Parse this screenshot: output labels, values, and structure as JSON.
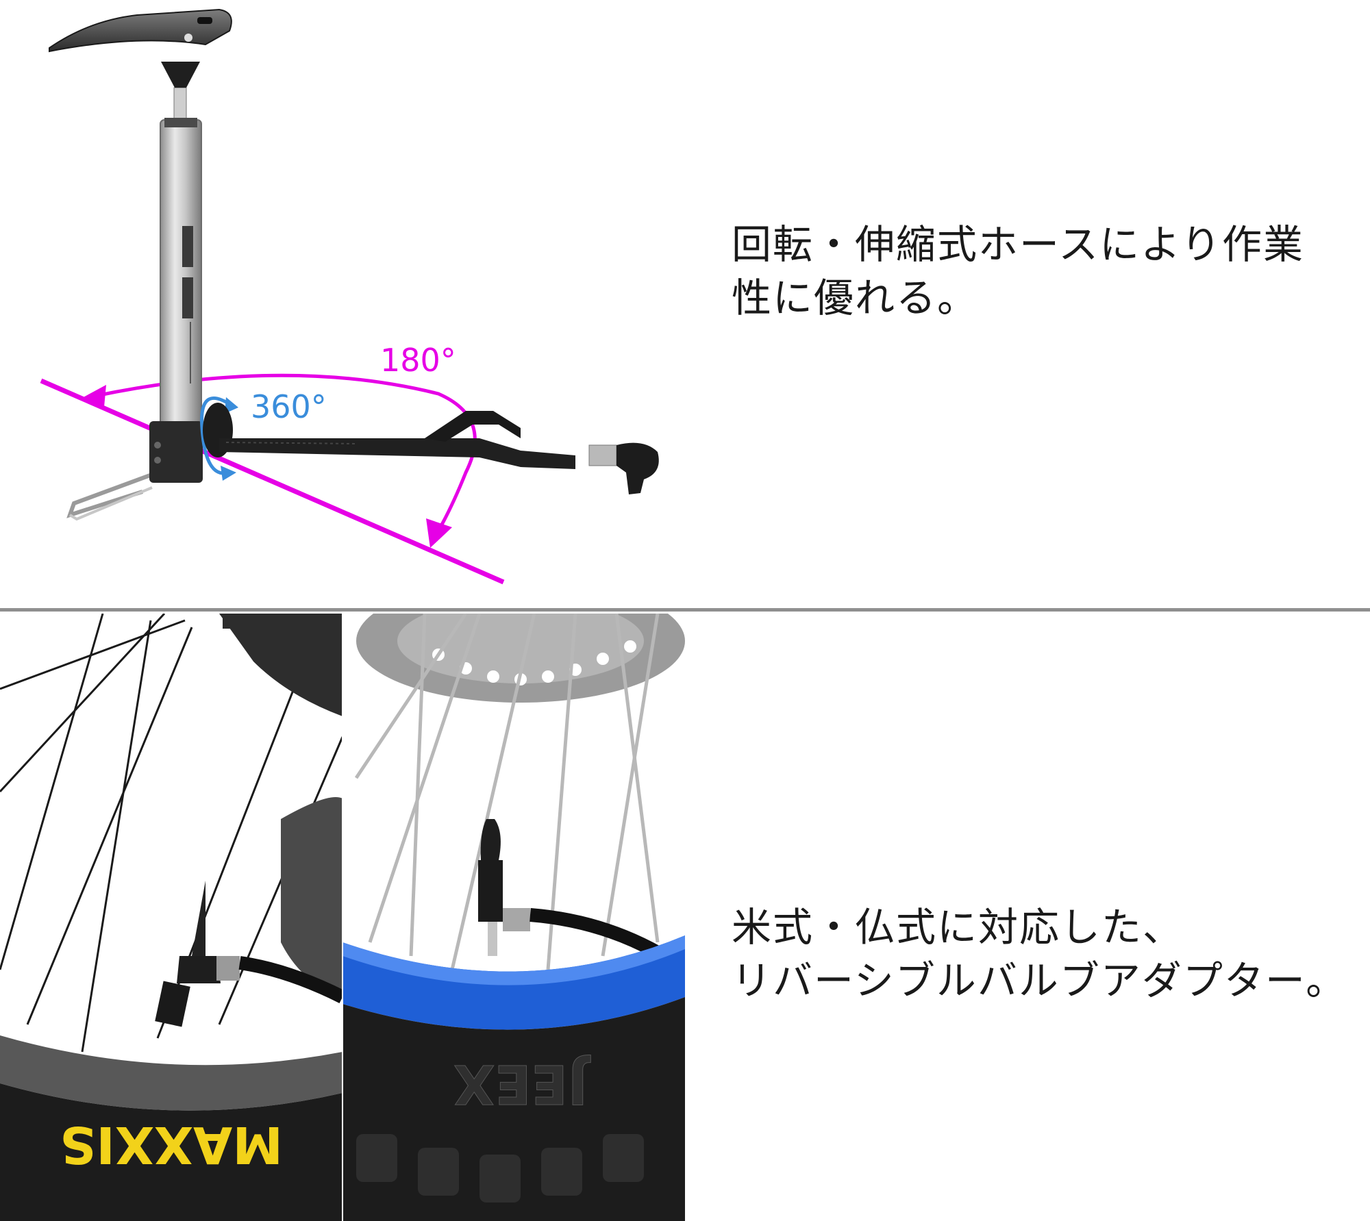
{
  "top_panel": {
    "angle_180": "180°",
    "angle_360": "360°",
    "caption_lines": [
      "回転・伸縮式ホースにより作業",
      "性に優れる。"
    ]
  },
  "bottom_panel": {
    "tire_left_brand": "MAXXIS",
    "tire_right_brand": "JEEX",
    "caption_lines": [
      "米式・仏式に対応した、",
      "リバーシブルバルブアダプター。"
    ]
  },
  "colors": {
    "magenta_arrow": "#e600e6",
    "blue_arrow": "#3a8ddb",
    "divider": "#8f8f8f",
    "rim_blue": "#1f5fd6",
    "tire_text_yellow": "#f2d21a"
  },
  "icons": {
    "rotation_180": "magenta-curved-arrow-icon",
    "rotation_360": "blue-circular-arrow-icon"
  }
}
